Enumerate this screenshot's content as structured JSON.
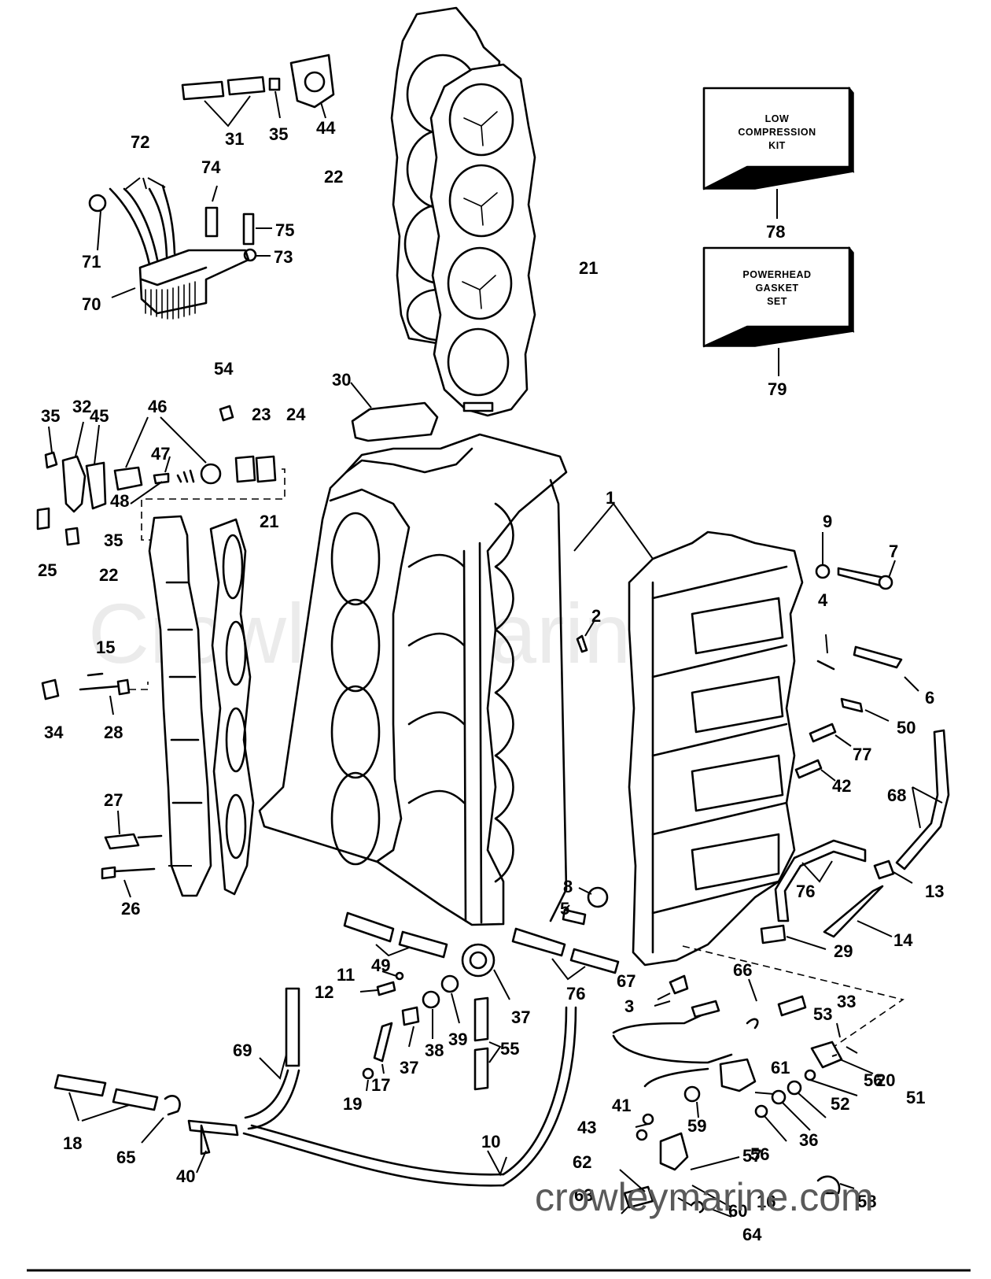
{
  "watermark": "Crowley Marine",
  "site_url": "crowleymarine.com",
  "kits": [
    {
      "number": "78",
      "lines": [
        "LOW",
        "COMPRESSION",
        "KIT"
      ]
    },
    {
      "number": "79",
      "lines": [
        "POWERHEAD",
        "GASKET",
        "SET"
      ]
    }
  ],
  "part_labels": [
    "1",
    "2",
    "3",
    "4",
    "5",
    "6",
    "7",
    "8",
    "9",
    "10",
    "11",
    "12",
    "13",
    "14",
    "15",
    "16",
    "17",
    "18",
    "19",
    "20",
    "21",
    "21",
    "22",
    "22",
    "23",
    "24",
    "25",
    "26",
    "27",
    "28",
    "29",
    "30",
    "31",
    "32",
    "33",
    "34",
    "35",
    "35",
    "35",
    "36",
    "37",
    "37",
    "38",
    "39",
    "40",
    "41",
    "42",
    "43",
    "44",
    "45",
    "46",
    "47",
    "48",
    "49",
    "50",
    "51",
    "52",
    "53",
    "54",
    "55",
    "56",
    "56",
    "57",
    "58",
    "59",
    "60",
    "61",
    "62",
    "63",
    "64",
    "65",
    "66",
    "67",
    "68",
    "69",
    "70",
    "71",
    "72",
    "73",
    "74",
    "75",
    "76",
    "76",
    "77"
  ]
}
